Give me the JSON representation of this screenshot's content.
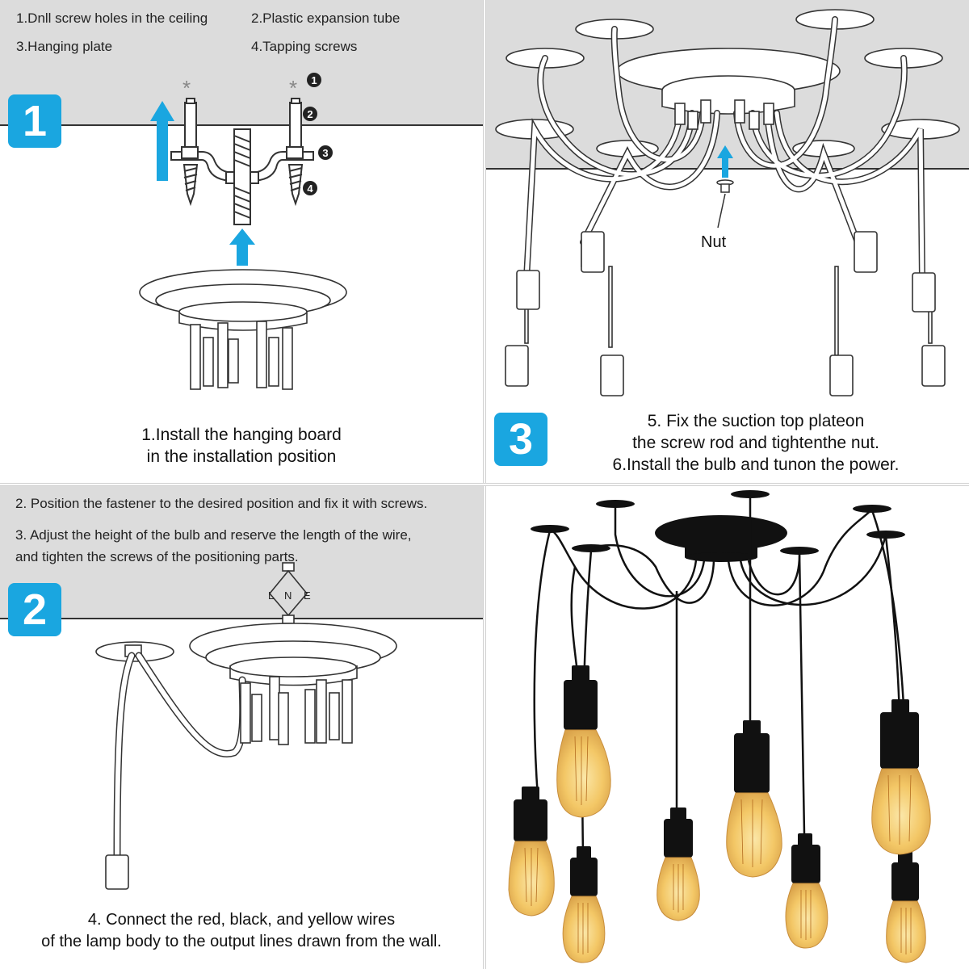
{
  "step1": {
    "badge": "1",
    "notes": [
      "1.Dnll screw holes in the ceiling",
      "2.Plastic expansion tube",
      "3.Hanging plate",
      "4.Tapping screws"
    ],
    "part_numbers": [
      "1",
      "2",
      "3",
      "4"
    ],
    "caption_lines": [
      "1.Install the hanging board",
      "in the installation position"
    ]
  },
  "step3": {
    "badge": "3",
    "nut_label": "Nut",
    "caption_lines": [
      "5. Fix the suction top plateon",
      "the screw rod and tightenthe nut.",
      "6.Install the bulb and tunon the power."
    ]
  },
  "step2": {
    "badge": "2",
    "notes": [
      "2. Position the fastener to the desired position and fix it with screws.",
      "3. Adjust the height of the bulb and reserve the length of the wire,",
      "and tighten the screws of the positioning parts."
    ],
    "wire_labels": [
      "L",
      "N",
      "E"
    ],
    "caption_lines": [
      "4. Connect the red, black, and yellow wires",
      "of the lamp body to the output lines drawn from the wall."
    ]
  },
  "colors": {
    "accent": "#1aa6e0",
    "ceiling": "#dcdcdc",
    "bulb_glow": "#f3c766",
    "lamp_black": "#111111"
  }
}
